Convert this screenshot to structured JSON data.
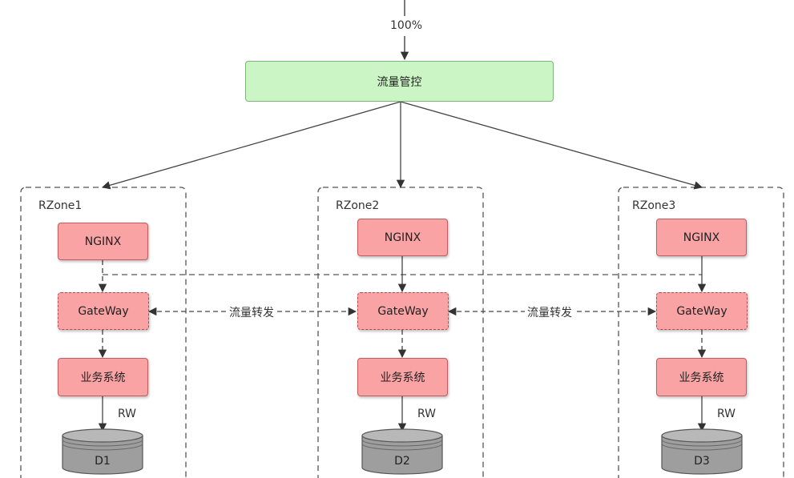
{
  "top_label": "100%",
  "traffic_control": {
    "label": "流量管控"
  },
  "forward_label": "流量转发",
  "zones": [
    {
      "name": "RZone1",
      "nginx": "NGINX",
      "gateway": "GateWay",
      "business": "业务系统",
      "rw": "RW",
      "db": "D1"
    },
    {
      "name": "RZone2",
      "nginx": "NGINX",
      "gateway": "GateWay",
      "business": "业务系统",
      "rw": "RW",
      "db": "D2"
    },
    {
      "name": "RZone3",
      "nginx": "NGINX",
      "gateway": "GateWay",
      "business": "业务系统",
      "rw": "RW",
      "db": "D3"
    }
  ],
  "colors": {
    "traffic_fill": "#ccf5c6",
    "node_fill": "#f9a3a5",
    "db_fill": "#9e9e9e"
  }
}
